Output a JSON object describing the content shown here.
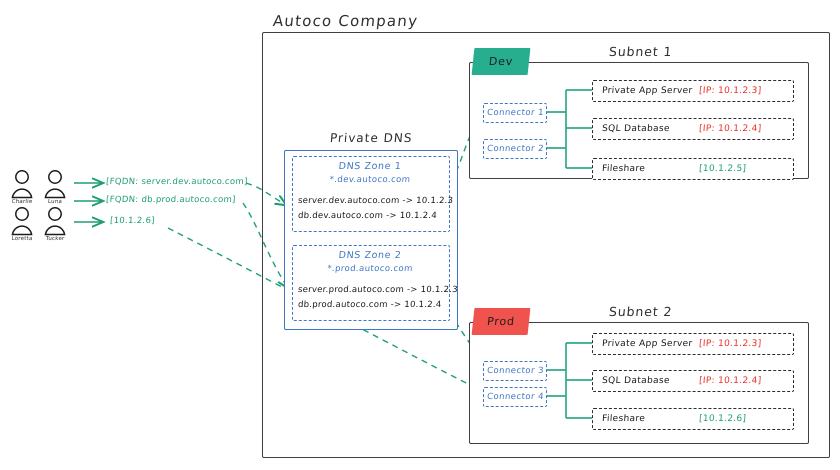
{
  "diagram": {
    "title": "Autoco Company",
    "colors": {
      "dev_green": "#27ae8f",
      "prod_red": "#f0524d",
      "dns_blue": "#3f77c4",
      "arrow_green": "#1f9d76",
      "ip_red": "#e8312a",
      "ip_green": "#1f9d76",
      "outline": "#3f3f44"
    }
  },
  "users": {
    "people": [
      {
        "name": "Charlie"
      },
      {
        "name": "Luna"
      },
      {
        "name": "Loretta"
      },
      {
        "name": "Tucker"
      }
    ],
    "requests": [
      {
        "label": "[FQDN: server.dev.autoco.com]"
      },
      {
        "label": "[FQDN: db.prod.autoco.com]"
      },
      {
        "label": "[10.1.2.6]"
      }
    ]
  },
  "private_dns": {
    "title": "Private DNS",
    "zones": [
      {
        "name": "DNS Zone 1",
        "wildcard": "*.dev.autoco.com",
        "records": [
          "server.dev.autoco.com -> 10.1.2.3",
          "db.dev.autoco.com -> 10.1.2.4"
        ]
      },
      {
        "name": "DNS Zone 2",
        "wildcard": "*.prod.autoco.com",
        "records": [
          "server.prod.autoco.com -> 10.1.2.3",
          "db.prod.autoco.com -> 10.1.2.4"
        ]
      }
    ]
  },
  "subnets": [
    {
      "title": "Subnet 1",
      "badge": "Dev",
      "badge_color": "#27ae8f",
      "connectors": [
        {
          "label": "Connector 1"
        },
        {
          "label": "Connector 2"
        }
      ],
      "resources": [
        {
          "label": "Private App Server",
          "ip": "[IP: 10.1.2.3]",
          "ip_color": "#e8312a"
        },
        {
          "label": "SQL Database",
          "ip": "[IP: 10.1.2.4]",
          "ip_color": "#e8312a"
        },
        {
          "label": "Fileshare",
          "ip": "[10.1.2.5]",
          "ip_color": "#1f9d76"
        }
      ]
    },
    {
      "title": "Subnet 2",
      "badge": "Prod",
      "badge_color": "#f0524d",
      "connectors": [
        {
          "label": "Connector 3"
        },
        {
          "label": "Connector 4"
        }
      ],
      "resources": [
        {
          "label": "Private App Server",
          "ip": "[IP: 10.1.2.3]",
          "ip_color": "#e8312a"
        },
        {
          "label": "SQL Database",
          "ip": "[IP: 10.1.2.4]",
          "ip_color": "#e8312a"
        },
        {
          "label": "Fileshare",
          "ip": "[10.1.2.6]",
          "ip_color": "#1f9d76"
        }
      ]
    }
  ]
}
